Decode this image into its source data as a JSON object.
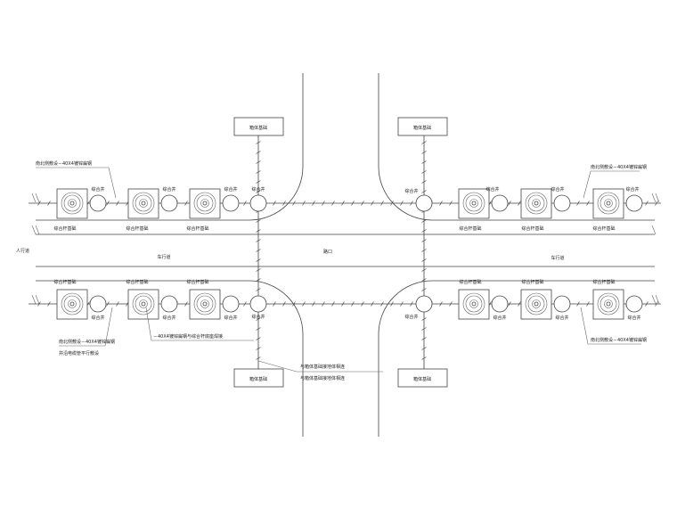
{
  "labels": {
    "cabinet_box": "箱体基础",
    "pole_base": "综合杆基础",
    "handhole": "综合井",
    "ground_left_top": "南北侧敷设－40X4镀锌扁钢",
    "ground_right_top": "南北侧敷设－40X4镀锌扁钢",
    "ground_left_bottom_1": "南北侧敷设－40X4镀锌扁钢",
    "ground_left_bottom_2": "并沿电缆管平行敷设",
    "ground_right_bottom": "南北侧敷设－40X4镀锌扁钢",
    "pole_weld_note": "－40X4镀锌扁钢与综合杆底座焊接",
    "cabinet_ground_1": "与箱体基础接地体相连",
    "cabinet_ground_2": "与箱体基础接地体相连",
    "roadway_left": "车行道",
    "roadway_right": "车行道",
    "sidewalk": "人行道",
    "intersection": "路口"
  },
  "colors": {
    "line": "#444444",
    "text": "#222222",
    "background": "#ffffff"
  }
}
